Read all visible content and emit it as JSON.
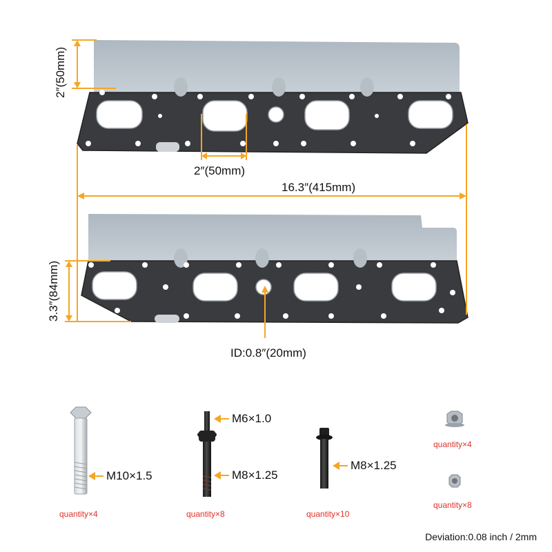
{
  "colors": {
    "dimension_line": "#f5a623",
    "quantity_text": "#e0302a",
    "gasket": "#3a3b3f",
    "heat_shield": "#b9c2ca"
  },
  "dimensions": {
    "shield_height": "2″(50mm)",
    "port_width": "2″(50mm)",
    "overall_length": "16.3″(415mm)",
    "gasket_height": "3.3″(84mm)",
    "inner_diameter": "ID:0.8″(20mm)"
  },
  "hardware": [
    {
      "icon": "bolt-m10-icon",
      "specs": [
        "M10×1.5"
      ],
      "quantity": "quantity×4"
    },
    {
      "icon": "stud-icon",
      "specs": [
        "M6×1.0",
        "M8×1.25"
      ],
      "quantity": "quantity×8"
    },
    {
      "icon": "flange-bolt-icon",
      "specs": [
        "M8×1.25"
      ],
      "quantity": "quantity×10"
    },
    {
      "icon": "flange-nut-large-icon",
      "specs": [],
      "quantity": "quantity×4"
    },
    {
      "icon": "flange-nut-small-icon",
      "specs": [],
      "quantity": "quantity×8"
    }
  ],
  "footer": {
    "deviation": "Deviation:0.08 inch / 2mm"
  }
}
